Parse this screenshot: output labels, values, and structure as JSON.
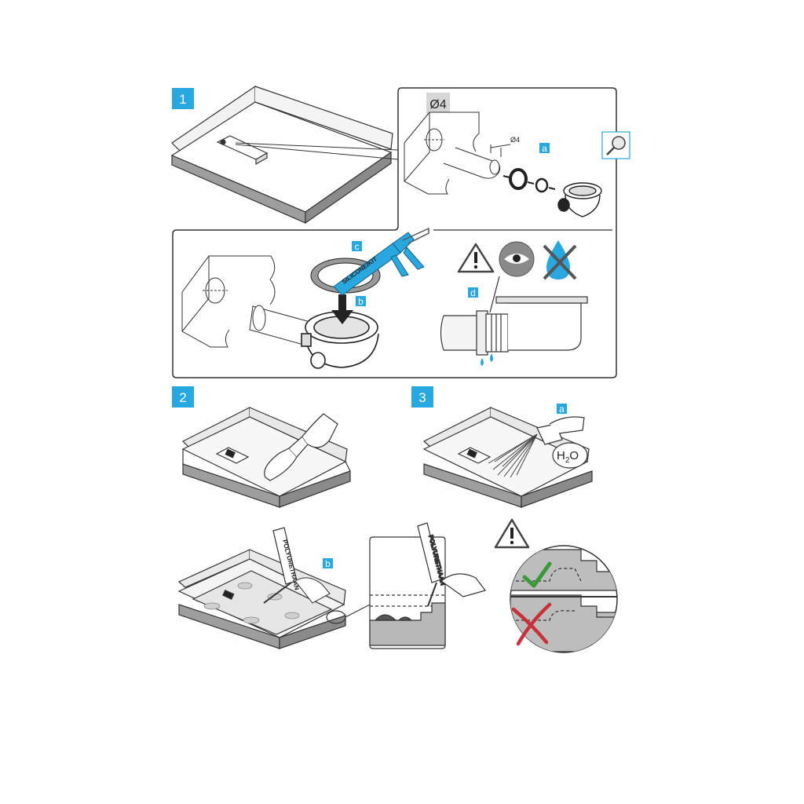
{
  "colors": {
    "accent": "#29a8e0",
    "outline": "#333333",
    "tray_edge": "#9e9e9e",
    "check": "#3a9a3a",
    "cross": "#c8303a"
  },
  "steps": [
    {
      "number": "1",
      "step_icons": [
        "magnifier-icon"
      ]
    },
    {
      "number": "2"
    },
    {
      "number": "3"
    }
  ],
  "step1": {
    "detail_diameter_badge": "Ø4",
    "dimension_label": "Ø4",
    "labels": {
      "a": "a",
      "b": "b",
      "c": "c",
      "d": "d"
    },
    "cartridge_text": "SILICONE/KIT",
    "warning_icons": [
      "warning-triangle-icon",
      "eye-icon",
      "no-water-icon"
    ]
  },
  "step3": {
    "labels": {
      "a": "a",
      "b": "b"
    },
    "water_bubble": {
      "main": "H",
      "sub": "2",
      "tail": "O"
    },
    "cartridge_text": "POLYURETHAAN",
    "warning_icons": [
      "warning-triangle-icon",
      "checkmark-icon",
      "cross-icon"
    ]
  }
}
